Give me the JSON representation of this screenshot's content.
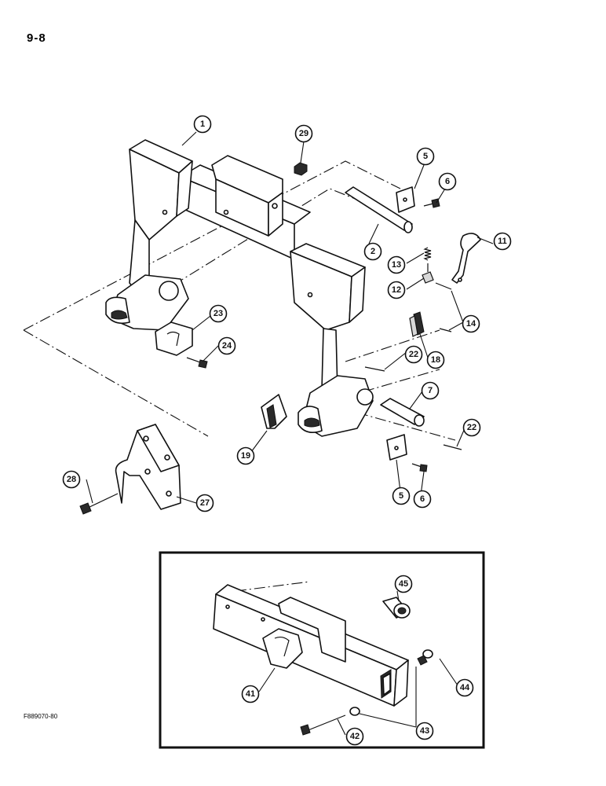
{
  "page_number": "9-8",
  "figure_code": "F889070-80",
  "callouts": {
    "c1": "1",
    "c29": "29",
    "c5a": "5",
    "c6a": "6",
    "c2": "2",
    "c11": "11",
    "c13": "13",
    "c12": "12",
    "c14": "14",
    "c23": "23",
    "c24": "24",
    "c22a": "22",
    "c18": "18",
    "c7": "7",
    "c22b": "22",
    "c19": "19",
    "c5b": "5",
    "c6b": "6",
    "c28": "28",
    "c27": "27",
    "c45": "45",
    "c41": "41",
    "c44": "44",
    "c42": "42",
    "c43": "43"
  }
}
